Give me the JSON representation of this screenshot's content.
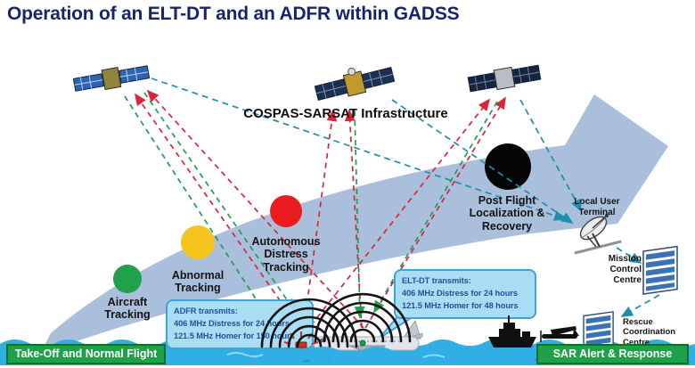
{
  "title": "Operation of an ELT-DT and an ADFR within GADSS",
  "infrastructure": {
    "label": "COSPAS-SARSAT  Infrastructure"
  },
  "phases": [
    {
      "id": "aircraft-tracking",
      "color": "#1fa24a",
      "lines": [
        "Aircraft",
        "Tracking"
      ]
    },
    {
      "id": "abnormal-tracking",
      "color": "#f6c51d",
      "lines": [
        "Abnormal",
        "Tracking"
      ]
    },
    {
      "id": "autonomous-distress-tracking",
      "color": "#ea1c1f",
      "lines": [
        "Autonomous",
        "Distress",
        "Tracking"
      ]
    },
    {
      "id": "post-flight-localization",
      "color": "#050505",
      "lines": [
        "Post Flight",
        "Localization &",
        "Recovery"
      ]
    }
  ],
  "callouts": {
    "adfr": {
      "lines": [
        "ADFR transmits:",
        "406 MHz Distress for 24 hours",
        "121.5 MHz Homer for 150 hours"
      ]
    },
    "elt_dt": {
      "lines": [
        "ELT-DT transmits:",
        "406 MHz Distress for 24 hours",
        "121.5 MHz Homer for 48 hours"
      ]
    }
  },
  "ground_segment": {
    "local_user_terminal": {
      "lines": [
        "Local User",
        "Terminal"
      ]
    },
    "mission_control_centre": {
      "lines": [
        "Mission",
        "Control",
        "Centre"
      ]
    },
    "rescue_coordination_centre": {
      "lines": [
        "Rescue",
        "Coordination",
        "Centre"
      ]
    }
  },
  "banners": {
    "left": "Take-Off and Normal Flight",
    "right": "SAR Alert & Response"
  },
  "legend_colors": {
    "uplink_406_red": "#d9253b",
    "homer_green": "#1e9e50",
    "downlink_teal": "#1f8fa8",
    "flight_arrow": "#a9bfdb",
    "banner_green": "#1da24a",
    "banner_border": "#0f6e2a",
    "ocean_blue": "#31aee3",
    "callout_fill": "#a8ddf3",
    "callout_border": "#3fa3d4",
    "title_navy": "#17256e"
  },
  "icons": [
    "satellite-icon",
    "antenna-dish-icon",
    "building-icon",
    "ship-icon",
    "sar-aircraft-icon",
    "ditched-aircraft-icon",
    "beacon-icon",
    "signal-arcs-icon"
  ]
}
